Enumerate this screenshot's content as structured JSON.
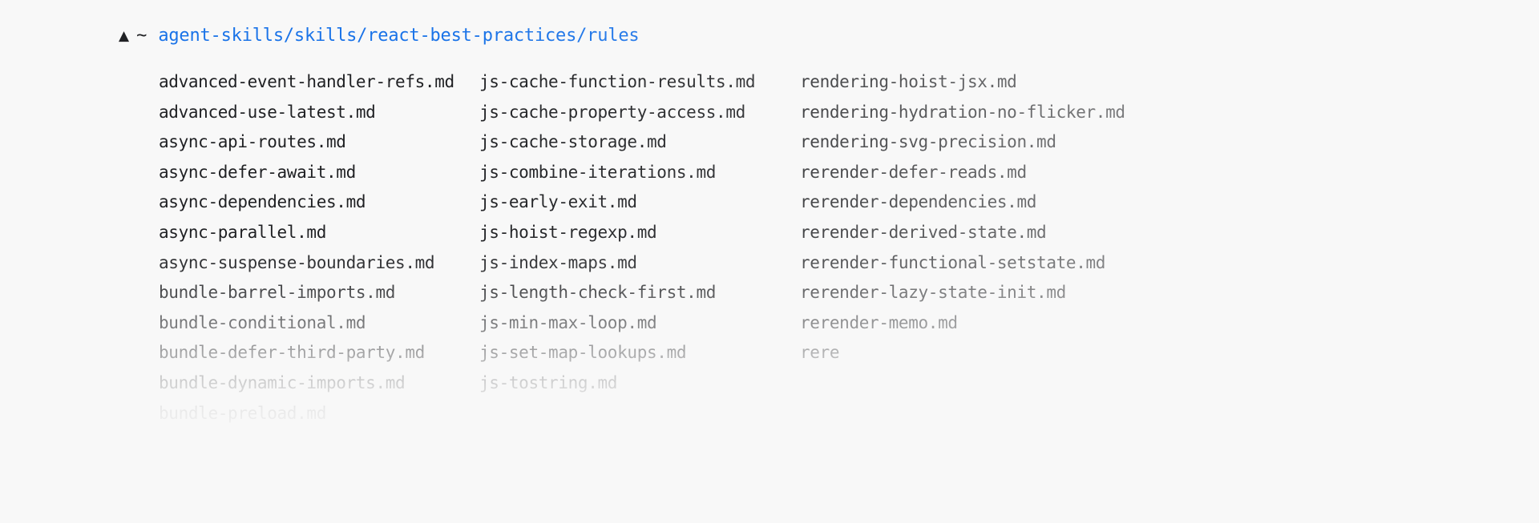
{
  "window": {
    "background_color": "#f8f8f8",
    "text_color": "#1f2023",
    "link_color": "#1a73e8"
  },
  "prompt": {
    "caret_glyph": "▲",
    "caret_icon_name": "prompt-triangle-icon",
    "home_symbol": "~",
    "path": "agent-skills/skills/react-best-practices/rules"
  },
  "listing": {
    "columns": 3,
    "rows": [
      [
        "advanced-event-handler-refs.md",
        "js-cache-function-results.md",
        "rendering-hoist-jsx.md"
      ],
      [
        "advanced-use-latest.md",
        "js-cache-property-access.md",
        "rendering-hydration-no-flicker.md"
      ],
      [
        "async-api-routes.md",
        "js-cache-storage.md",
        "rendering-svg-precision.md"
      ],
      [
        "async-defer-await.md",
        "js-combine-iterations.md",
        "rerender-defer-reads.md"
      ],
      [
        "async-dependencies.md",
        "js-early-exit.md",
        "rerender-dependencies.md"
      ],
      [
        "async-parallel.md",
        "js-hoist-regexp.md",
        "rerender-derived-state.md"
      ],
      [
        "async-suspense-boundaries.md",
        "js-index-maps.md",
        "rerender-functional-setstate.md"
      ],
      [
        "bundle-barrel-imports.md",
        "js-length-check-first.md",
        "rerender-lazy-state-init.md"
      ],
      [
        "bundle-conditional.md",
        "js-min-max-loop.md",
        "rerender-memo.md"
      ],
      [
        "bundle-defer-third-party.md",
        "js-set-map-lookups.md",
        "rere"
      ],
      [
        "bundle-dynamic-imports.md",
        "js-tostring.md",
        ""
      ],
      [
        "bundle-preload.md",
        "",
        ""
      ]
    ]
  }
}
